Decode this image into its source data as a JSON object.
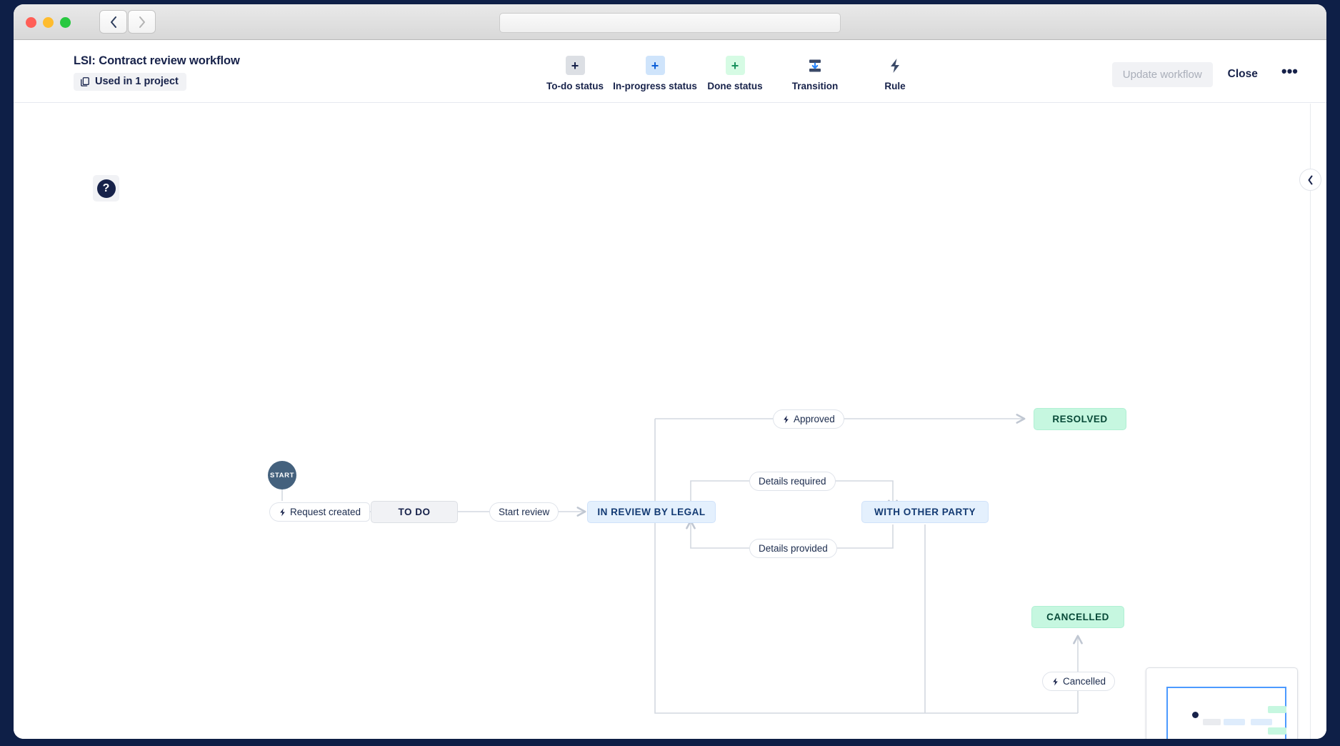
{
  "browser": {
    "traffic_lights": [
      "close",
      "minimize",
      "zoom"
    ],
    "back_icon": "chevron-left-icon",
    "forward_icon": "chevron-right-icon",
    "url_value": "",
    "url_placeholder": ""
  },
  "header": {
    "close_icon": "close-icon",
    "title": "LSI: Contract review workflow",
    "used_chip": {
      "icon": "copy-icon",
      "label": "Used in 1 project"
    },
    "toolbar": [
      {
        "glyph": "+",
        "icon": "plus-icon",
        "label": "To-do status",
        "style": "g-todo"
      },
      {
        "glyph": "+",
        "icon": "plus-icon",
        "label": "In-progress status",
        "style": "g-prog"
      },
      {
        "glyph": "+",
        "icon": "plus-icon",
        "label": "Done status",
        "style": "g-done"
      },
      {
        "glyph": "",
        "icon": "transition-icon",
        "label": "Transition",
        "style": "g-plain"
      },
      {
        "glyph": "",
        "icon": "rule-bolt-icon",
        "label": "Rule",
        "style": "g-plain"
      }
    ],
    "update_label": "Update workflow",
    "close_label": "Close",
    "more_label": "•••"
  },
  "canvas": {
    "help_label": "?",
    "collapse_icon": "chevron-left-icon",
    "start_label": "START",
    "statuses": [
      {
        "id": "todo",
        "label": "TO DO",
        "category": "todo"
      },
      {
        "id": "in-review",
        "label": "IN REVIEW BY LEGAL",
        "category": "in-progress"
      },
      {
        "id": "with-other",
        "label": "WITH OTHER PARTY",
        "category": "in-progress"
      },
      {
        "id": "resolved",
        "label": "RESOLVED",
        "category": "done"
      },
      {
        "id": "cancelled",
        "label": "CANCELLED",
        "category": "done"
      }
    ],
    "transitions": [
      {
        "id": "request-created",
        "label": "Request created",
        "has_rule": true
      },
      {
        "id": "start-review",
        "label": "Start review",
        "has_rule": false
      },
      {
        "id": "approved",
        "label": "Approved",
        "has_rule": true
      },
      {
        "id": "details-required",
        "label": "Details required",
        "has_rule": false
      },
      {
        "id": "details-provided",
        "label": "Details provided",
        "has_rule": false
      },
      {
        "id": "cancelled",
        "label": "Cancelled",
        "has_rule": true
      }
    ],
    "colors": {
      "todo_bg": "#f1f2f5",
      "in_progress_bg": "#e4f0fd",
      "done_bg": "#c6f7e0",
      "connector": "#c9cfd9",
      "start_node": "#44617d",
      "text_dark": "#17224a",
      "minimap_viewport": "#4c9aff"
    }
  },
  "minimap": {
    "title": "workflow-minimap"
  }
}
